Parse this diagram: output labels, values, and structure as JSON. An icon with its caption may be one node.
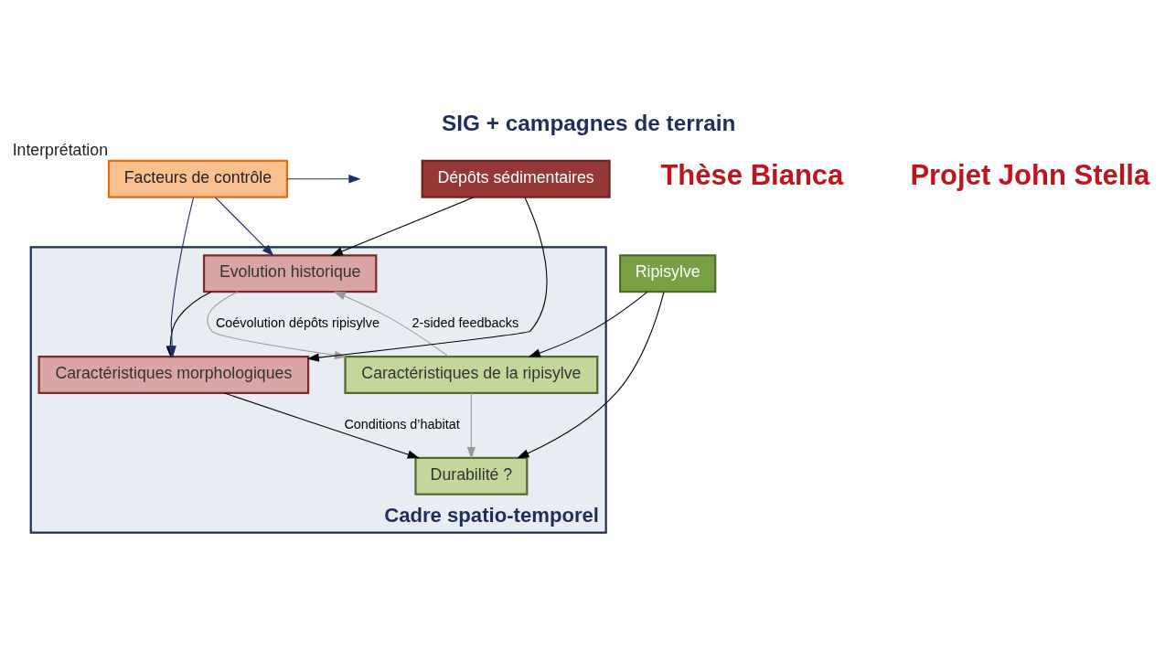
{
  "diagram": {
    "title": "SIG + campagnes de terrain",
    "nodes": [
      {
        "text": [
          "Cadre spatio-temporel"
        ]
      },
      {
        "text": [
          "Dépôts sédimentaires"
        ]
      },
      {
        "text": [
          "Ripisylve"
        ]
      },
      {
        "text": [
          "Evolution historique"
        ],
        "in": 0
      },
      {
        "text": [
          "Caractéristiques morphologiques"
        ],
        "in": 0
      },
      {
        "text": [
          "Caractéristiques de la ripisylve"
        ],
        "in": 0
      },
      {
        "text": [
          "Durabilité ?"
        ],
        "in": 0
      },
      {
        "text": [
          "Facteurs de contrôle"
        ],
        "beside": [
          "Interprétation"
        ]
      }
    ],
    "edges": [
      {
        "from": 1,
        "to": 3,
        "arrow": "to"
      },
      {
        "from": 1,
        "to": 4,
        "arrow": "to"
      },
      {
        "from": 2,
        "to": 5,
        "arrow": "to"
      },
      {
        "from": 2,
        "to": 6,
        "arrow": "to"
      },
      {
        "from": 3,
        "to": 4,
        "arrow": "to"
      },
      {
        "from": 5,
        "to": 6,
        "arrow": "to",
        "color": "#999999"
      },
      {
        "from": 3,
        "to": 5,
        "arrow": "to",
        "label": "Coévolution dépôts ripisylve",
        "color": "#999999"
      },
      {
        "from": 5,
        "to": 3,
        "arrow": "to",
        "label": "2-sided feedbacks",
        "color": "#999999"
      },
      {
        "from": 4,
        "to": 6,
        "arrow": "to",
        "label": "Conditions d’habitat"
      },
      {
        "from": 7,
        "to": 3,
        "arrow": "to",
        "color": "#1f2d6b"
      },
      {
        "from": 7,
        "to": 4,
        "arrow": "to",
        "color": "#1f2d6b"
      },
      {
        "from": 7,
        "to": null,
        "arrow": "to",
        "color": "#1f2d6b"
      }
    ],
    "labels": [
      "Thèse Bianca",
      "Projet John Stella"
    ]
  }
}
